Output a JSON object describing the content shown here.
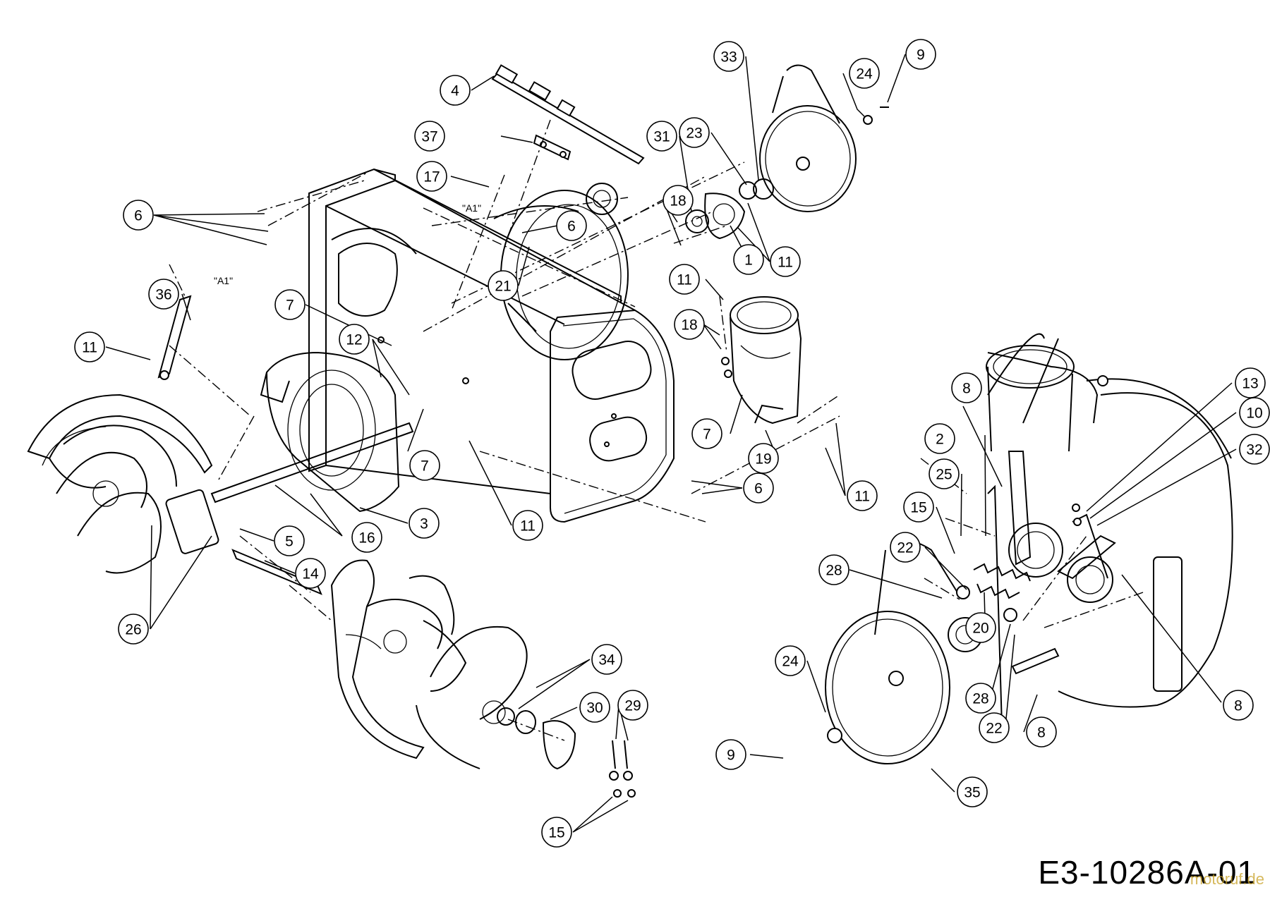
{
  "drawing_code": "E3-10286A-01",
  "watermark": "motoruf.de",
  "annotations": [
    "\"A1\"",
    "\"A1\""
  ],
  "callouts": [
    {
      "label": "4"
    },
    {
      "label": "37"
    },
    {
      "label": "17"
    },
    {
      "label": "6"
    },
    {
      "label": "6"
    },
    {
      "label": "21"
    },
    {
      "label": "36"
    },
    {
      "label": "11"
    },
    {
      "label": "7"
    },
    {
      "label": "12"
    },
    {
      "label": "7"
    },
    {
      "label": "11"
    },
    {
      "label": "3"
    },
    {
      "label": "16"
    },
    {
      "label": "5"
    },
    {
      "label": "14"
    },
    {
      "label": "26"
    },
    {
      "label": "34"
    },
    {
      "label": "30"
    },
    {
      "label": "29"
    },
    {
      "label": "15"
    },
    {
      "label": "6"
    },
    {
      "label": "31"
    },
    {
      "label": "23"
    },
    {
      "label": "33"
    },
    {
      "label": "24"
    },
    {
      "label": "9"
    },
    {
      "label": "18"
    },
    {
      "label": "1"
    },
    {
      "label": "11"
    },
    {
      "label": "11"
    },
    {
      "label": "18"
    },
    {
      "label": "7"
    },
    {
      "label": "19"
    },
    {
      "label": "11"
    },
    {
      "label": "8"
    },
    {
      "label": "13"
    },
    {
      "label": "10"
    },
    {
      "label": "32"
    },
    {
      "label": "2"
    },
    {
      "label": "25"
    },
    {
      "label": "15"
    },
    {
      "label": "22"
    },
    {
      "label": "28"
    },
    {
      "label": "20"
    },
    {
      "label": "8"
    },
    {
      "label": "28"
    },
    {
      "label": "22"
    },
    {
      "label": "8"
    },
    {
      "label": "24"
    },
    {
      "label": "9"
    },
    {
      "label": "35"
    }
  ]
}
